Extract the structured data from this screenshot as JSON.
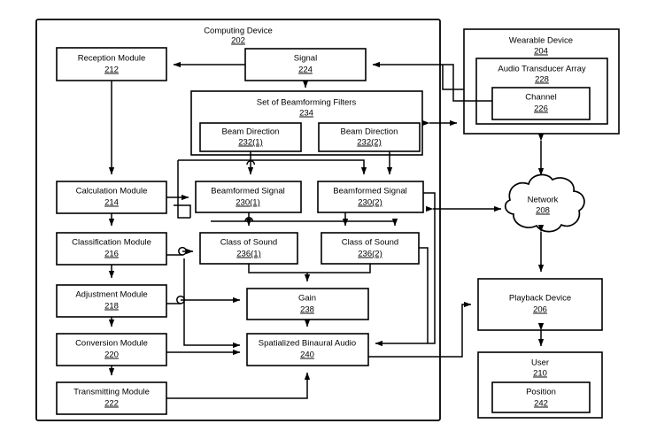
{
  "figure": {
    "type": "patent-block-diagram",
    "title": "Computing Device audio beamforming block diagram"
  },
  "nodes": {
    "computing_device": {
      "label": "Computing Device",
      "num": "202"
    },
    "reception_module": {
      "label": "Reception Module",
      "num": "212"
    },
    "signal": {
      "label": "Signal",
      "num": "224"
    },
    "filters": {
      "label": "Set of Beamforming Filters",
      "num": "234"
    },
    "beam_dir_1": {
      "label": "Beam Direction",
      "num": "232(1)"
    },
    "beam_dir_2": {
      "label": "Beam Direction",
      "num": "232(2)"
    },
    "calculation_module": {
      "label": "Calculation Module",
      "num": "214"
    },
    "classification_module": {
      "label": "Classification Module",
      "num": "216"
    },
    "adjustment_module": {
      "label": "Adjustment Module",
      "num": "218"
    },
    "conversion_module": {
      "label": "Conversion Module",
      "num": "220"
    },
    "transmitting_module": {
      "label": "Transmitting Module",
      "num": "222"
    },
    "beamformed_1": {
      "label": "Beamformed Signal",
      "num": "230(1)"
    },
    "beamformed_2": {
      "label": "Beamformed Signal",
      "num": "230(2)"
    },
    "class_sound_1": {
      "label": "Class of Sound",
      "num": "236(1)"
    },
    "class_sound_2": {
      "label": "Class of Sound",
      "num": "236(2)"
    },
    "gain": {
      "label": "Gain",
      "num": "238"
    },
    "spatialized": {
      "label": "Spatialized Binaural Audio",
      "num": "240"
    },
    "wearable_device": {
      "label": "Wearable Device",
      "num": "204"
    },
    "transducer_array": {
      "label": "Audio Transducer Array",
      "num": "228"
    },
    "channel": {
      "label": "Channel",
      "num": "226"
    },
    "network": {
      "label": "Network",
      "num": "208"
    },
    "playback_device": {
      "label": "Playback Device",
      "num": "206"
    },
    "user": {
      "label": "User",
      "num": "210"
    },
    "position": {
      "label": "Position",
      "num": "242"
    }
  },
  "colors": {
    "stroke": "#000000",
    "fill": "#ffffff",
    "background": "#ffffff"
  }
}
